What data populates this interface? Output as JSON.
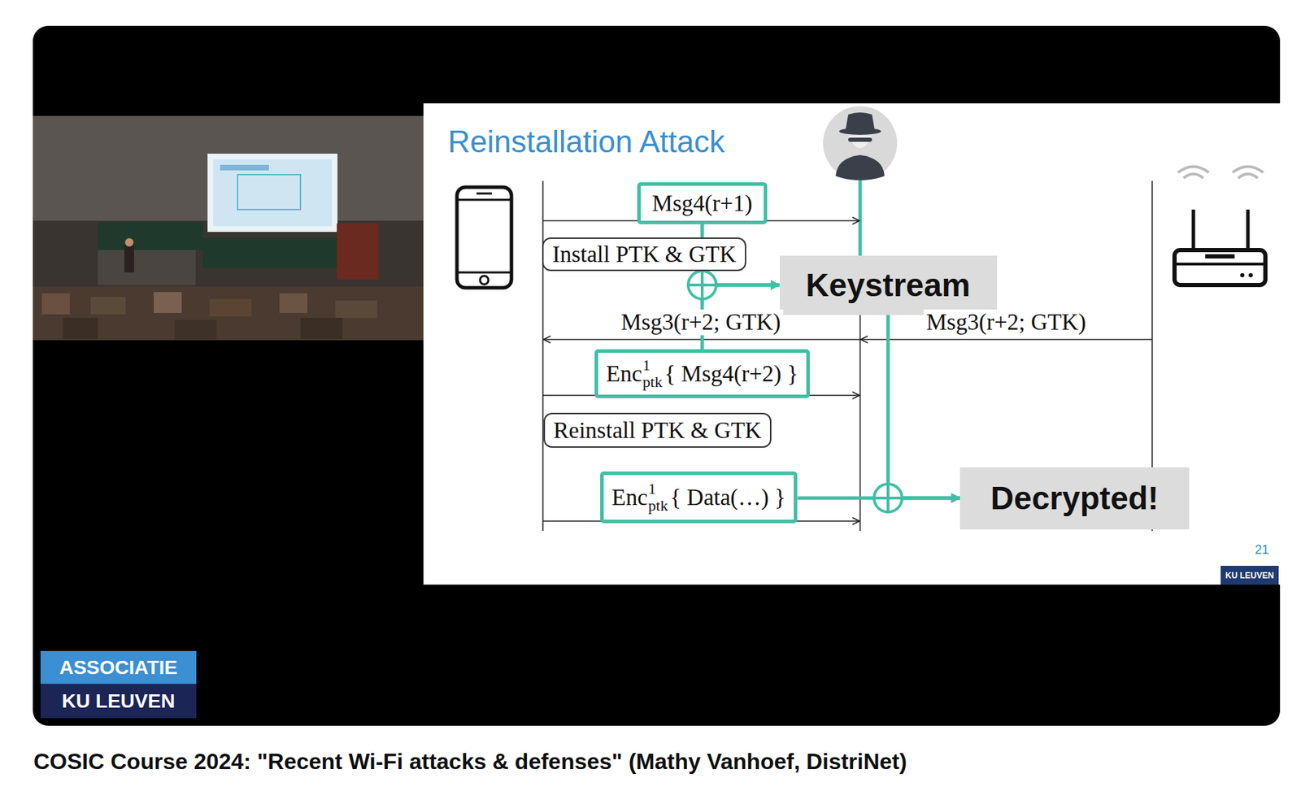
{
  "diagram": {
    "title": "Reinstallation Attack",
    "caption": "COSIC Course 2024: \"Recent Wi-Fi attacks & defenses\" (Mathy Vanhoef, DistriNet)",
    "nodes": [
      {
        "text": [
          "Msg4(r+1)"
        ]
      },
      {
        "text": [
          "Install PTK & GTK"
        ]
      },
      {
        "text": [
          "Keystream"
        ]
      },
      {
        "text": [
          "Enc",
          "1",
          "ptk",
          "{ Msg4(r+2) }"
        ]
      },
      {
        "text": [
          "Reinstall PTK & GTK"
        ]
      },
      {
        "text": [
          "Enc",
          "1",
          "ptk",
          "{ Data(…) }"
        ]
      },
      {
        "text": [
          "Decrypted!"
        ]
      }
    ],
    "edges": [
      {
        "from": 0,
        "to": 2,
        "arrow": "to"
      },
      {
        "from": 3,
        "to": 2,
        "arrow": "to"
      },
      {
        "from": 2,
        "to": 6,
        "arrow": "to"
      },
      {
        "from": 5,
        "to": 6,
        "arrow": "to"
      }
    ],
    "labels": [
      "Msg3(r+2; GTK)",
      "Msg3(r+2; GTK)",
      "21",
      "KU LEUVEN",
      "ASSOCIATIE",
      "KU LEUVEN"
    ]
  }
}
